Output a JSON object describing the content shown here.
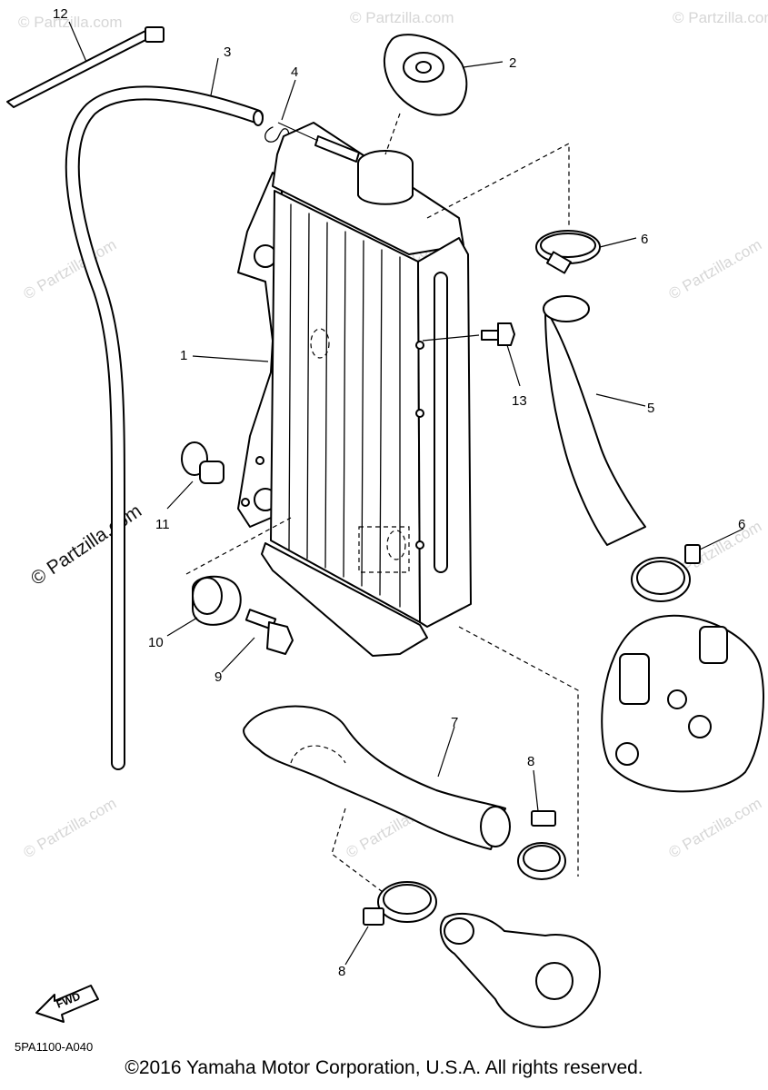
{
  "callouts": {
    "c1": "1",
    "c2": "2",
    "c3": "3",
    "c4": "4",
    "c5": "5",
    "c6a": "6",
    "c6b": "6",
    "c7": "7",
    "c8a": "8",
    "c8b": "8",
    "c9": "9",
    "c10": "10",
    "c11": "11",
    "c12": "12",
    "c13": "13"
  },
  "watermark": {
    "text": "© Partzilla.com",
    "color": "#d6d6d6"
  },
  "fwd_label": "FWD",
  "diagram_code": "5PA1100-A040",
  "copyright": "©2016 Yamaha Motor Corporation, U.S.A. All rights reserved."
}
